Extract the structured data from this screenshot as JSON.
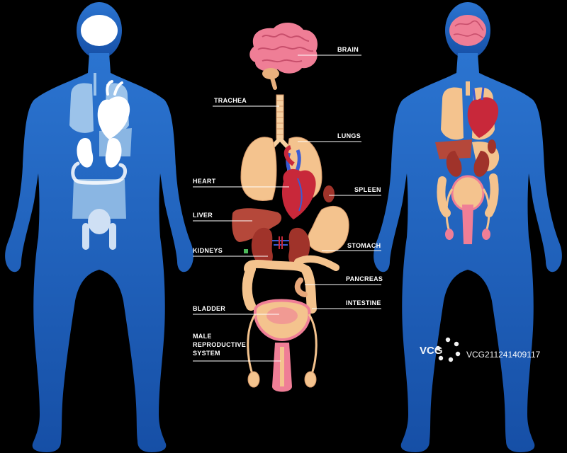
{
  "labels": {
    "brain": "BRAIN",
    "trachea": "TRACHEA",
    "lungs": "LUNGS",
    "heart": "HEART",
    "spleen": "SPLEEN",
    "liver": "LIVER",
    "kidneys": "KIDNEYS",
    "stomach": "STOMACH",
    "pancreas": "PANCREAS",
    "bladder": "BLADDER",
    "intestine": "INTESTINE",
    "male_reproductive": [
      "MALE",
      "REPRODUCTIVE",
      "SYSTEM"
    ]
  },
  "watermark": {
    "logo": "VCG",
    "id": "VCG211241409117"
  },
  "colors": {
    "background": "#000000",
    "body_silhouette": "#1d5fbf",
    "ghost_organs": "#9cc3ea",
    "organ_flesh": "#f4c38e",
    "organ_pink": "#ef7e96",
    "organ_red": "#c8283a",
    "organ_brown": "#b5483a",
    "label_text": "#ffffff"
  },
  "icons": [
    "vcg-logo-icon"
  ]
}
